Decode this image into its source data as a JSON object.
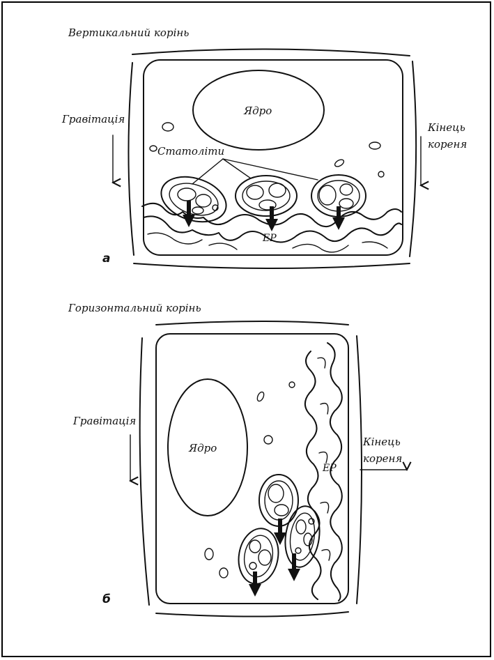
{
  "panel_a": {
    "title": "Вертикальний корінь",
    "nucleus_label": "Ядро",
    "gravity_label": "Гравітація",
    "root_tip_label_1": "Кінець",
    "root_tip_label_2": "кореня",
    "statoliths_label": "Статоліти",
    "er_label": "ЕР",
    "panel_letter": "а"
  },
  "panel_b": {
    "title": "Горизонтальний корінь",
    "nucleus_label": "Ядро",
    "gravity_label": "Гравітація",
    "root_tip_label_1": "Кінець",
    "root_tip_label_2": "кореня",
    "er_label": "ЕР",
    "panel_letter": "б"
  }
}
